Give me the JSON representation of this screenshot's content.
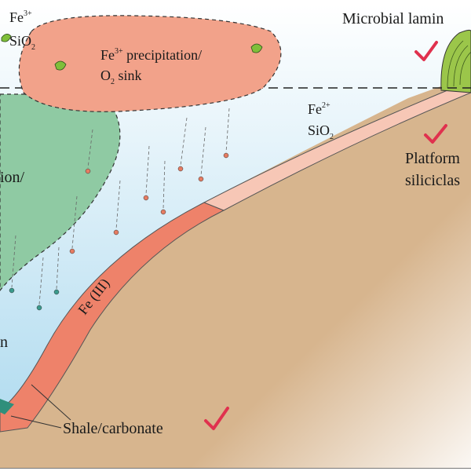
{
  "labels": {
    "fe3_top": "Fe",
    "fe3_top_sup": "3+",
    "sio2_top": "SiO",
    "sio2_top_sub": "2",
    "precip_line1_a": "Fe",
    "precip_line1_sup": "3+",
    "precip_line1_b": " precipitation/",
    "precip_line2_a": "O",
    "precip_line2_sub": "2",
    "precip_line2_b": " sink",
    "microbial": "Microbial lamin",
    "fe2": "Fe",
    "fe2_sup": "2+",
    "sio2_mid": "SiO",
    "sio2_mid_sub": "2",
    "platform_line1": "Platform",
    "platform_line2": "siliciclas",
    "green_partial": "ion/",
    "blue_partial": "n",
    "fe_iii": "Fe (III)",
    "shale": "Shale/carbonate"
  },
  "colors": {
    "water_top": "#ffffff",
    "water_bottom": "#a9d8ee",
    "sediment": "#d7b58e",
    "fe_band": "#ee826a",
    "platform_band": "#f7c7b6",
    "precip_blob": "#f2a28a",
    "green_zone": "#8fcaa3",
    "mat": "#9bc64a",
    "check": "#e0314e",
    "particle_red": "#e57c62",
    "particle_teal": "#3a9a8c"
  }
}
